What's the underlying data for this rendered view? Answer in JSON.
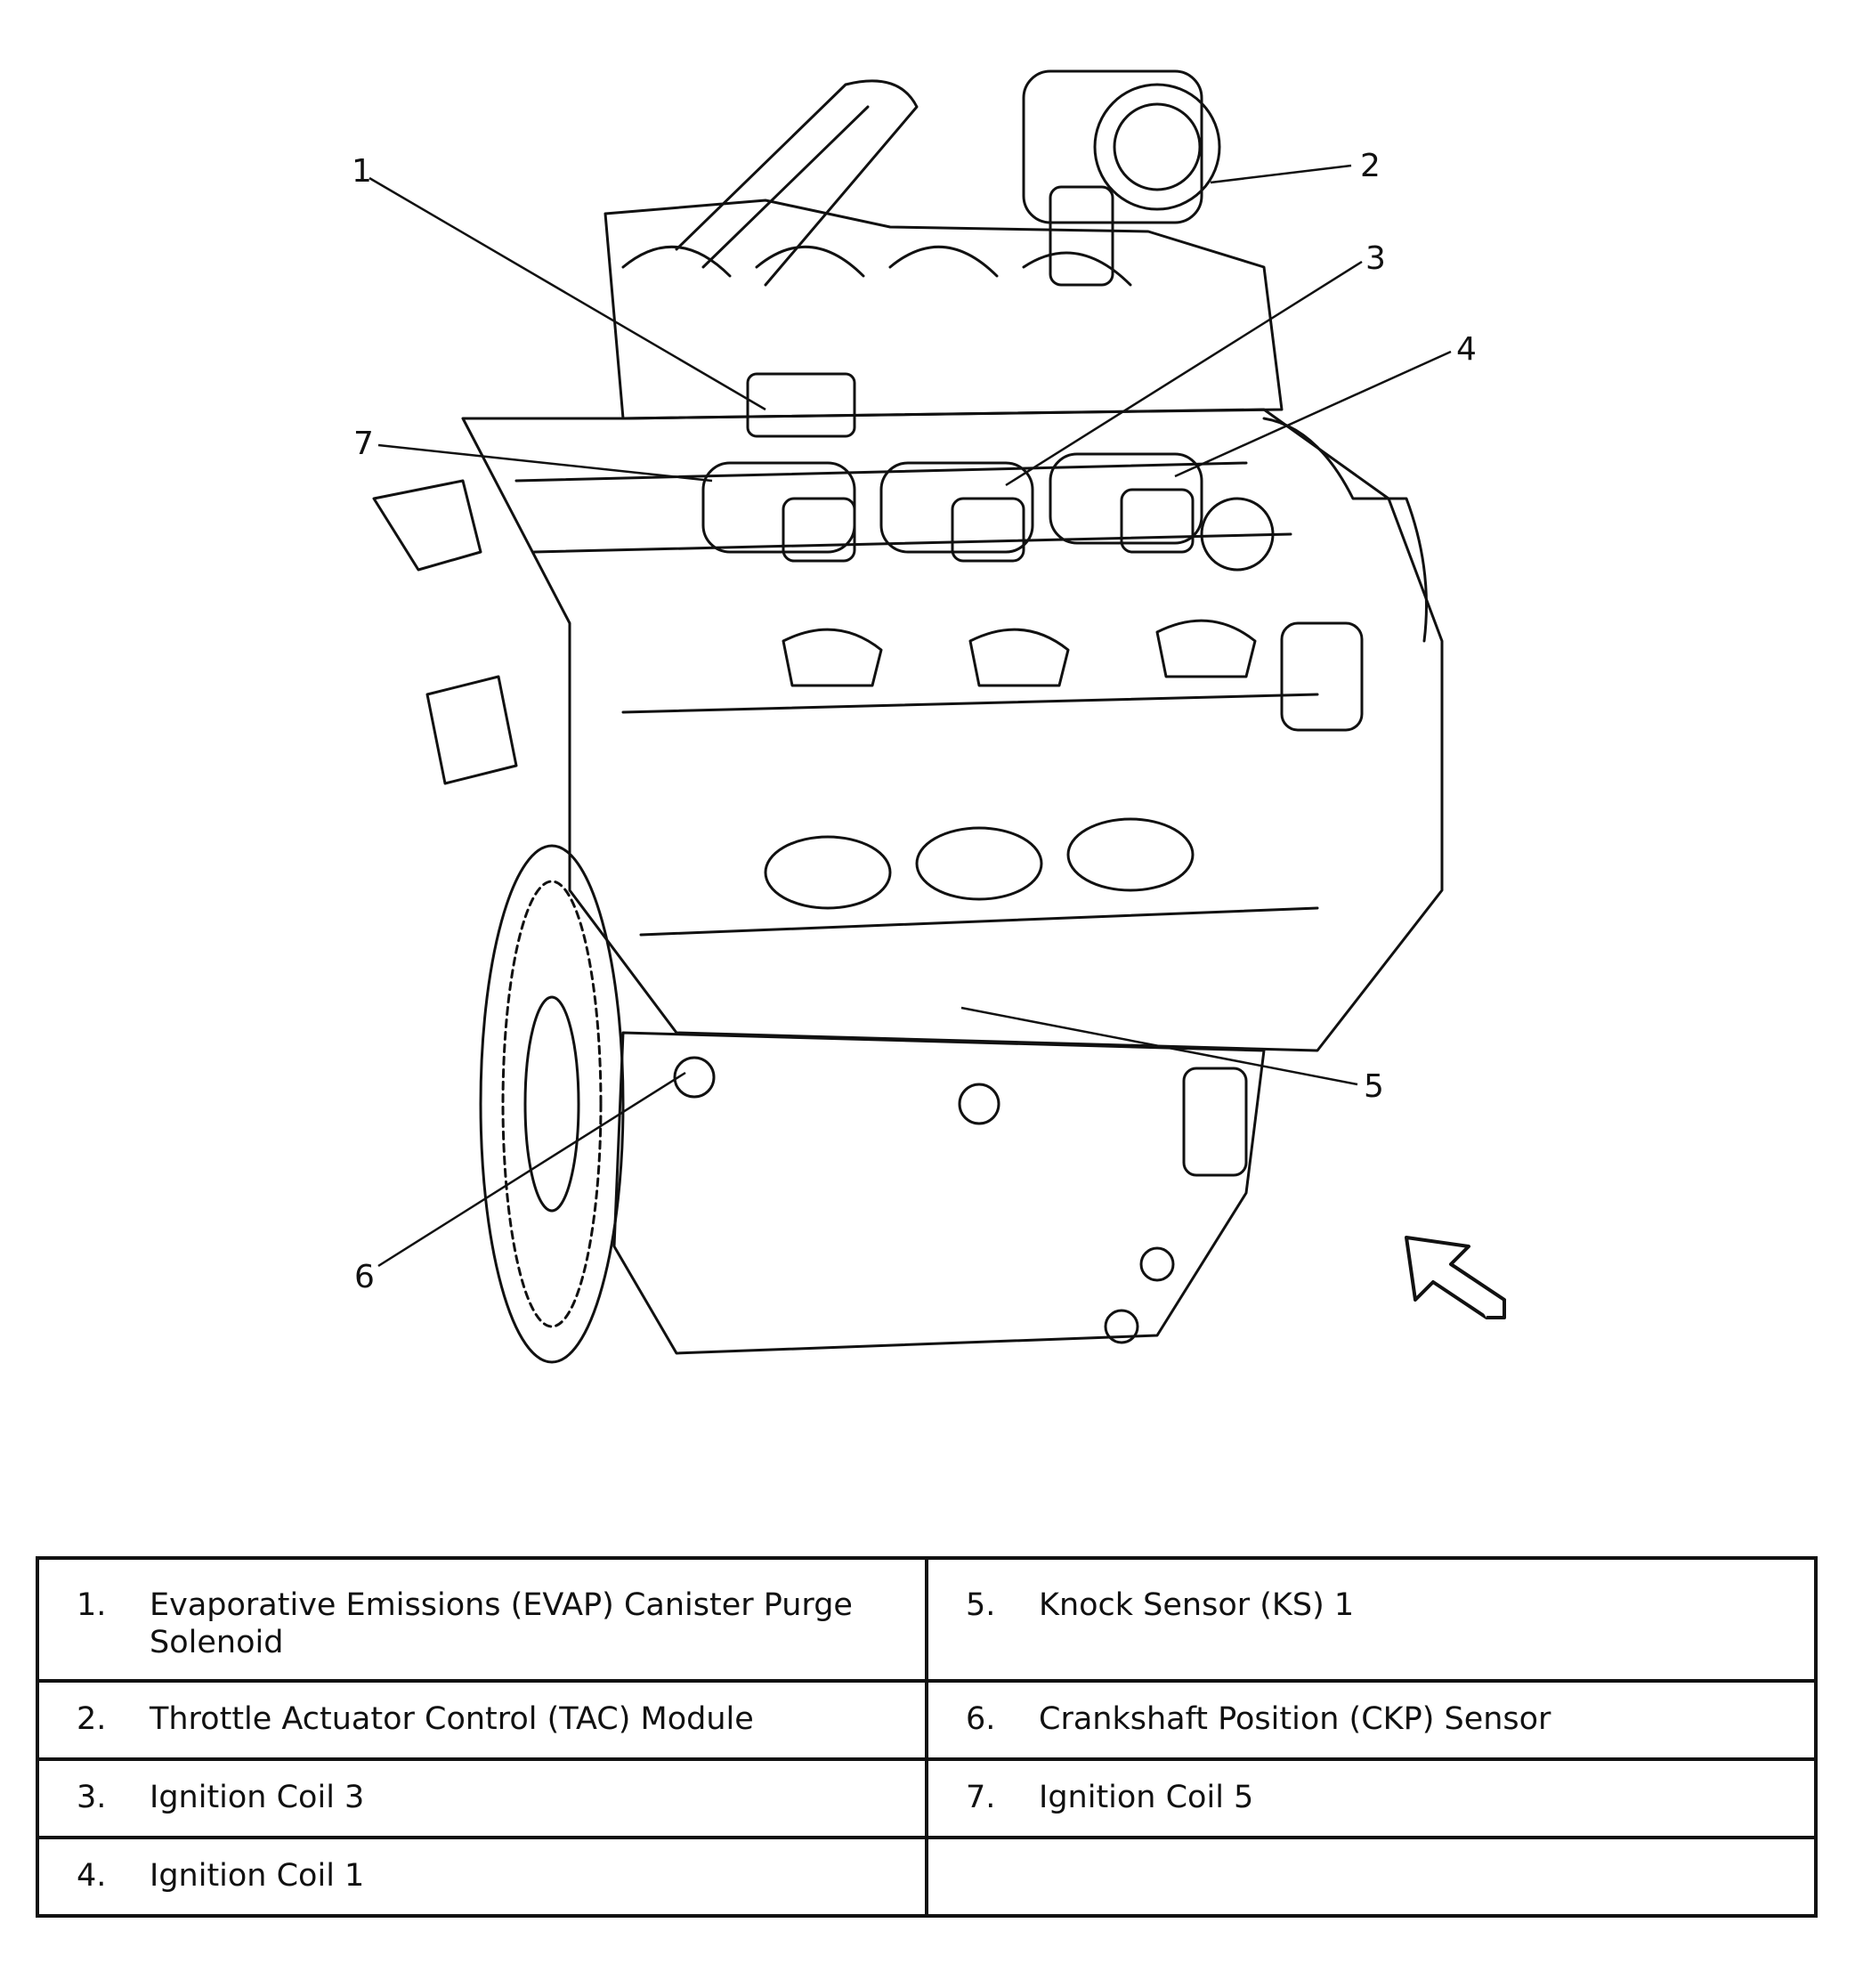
{
  "diagram": {
    "callouts": [
      {
        "id": 1,
        "label": "1"
      },
      {
        "id": 2,
        "label": "2"
      },
      {
        "id": 3,
        "label": "3"
      },
      {
        "id": 4,
        "label": "4"
      },
      {
        "id": 5,
        "label": "5"
      },
      {
        "id": 6,
        "label": "6"
      },
      {
        "id": 7,
        "label": "7"
      }
    ]
  },
  "legend": {
    "rows": [
      {
        "left": {
          "num": "1.",
          "text": "Evaporative Emissions (EVAP) Canister Purge Solenoid"
        },
        "right": {
          "num": "5.",
          "text": "Knock Sensor (KS) 1"
        }
      },
      {
        "left": {
          "num": "2.",
          "text": "Throttle Actuator Control (TAC) Module"
        },
        "right": {
          "num": "6.",
          "text": "Crankshaft Position (CKP) Sensor"
        }
      },
      {
        "left": {
          "num": "3.",
          "text": "Ignition Coil 3"
        },
        "right": {
          "num": "7.",
          "text": "Ignition Coil 5"
        }
      },
      {
        "left": {
          "num": "4.",
          "text": "Ignition Coil 1"
        },
        "right": {
          "num": "",
          "text": ""
        }
      }
    ]
  },
  "colors": {
    "line": "#111111",
    "background": "#ffffff"
  }
}
